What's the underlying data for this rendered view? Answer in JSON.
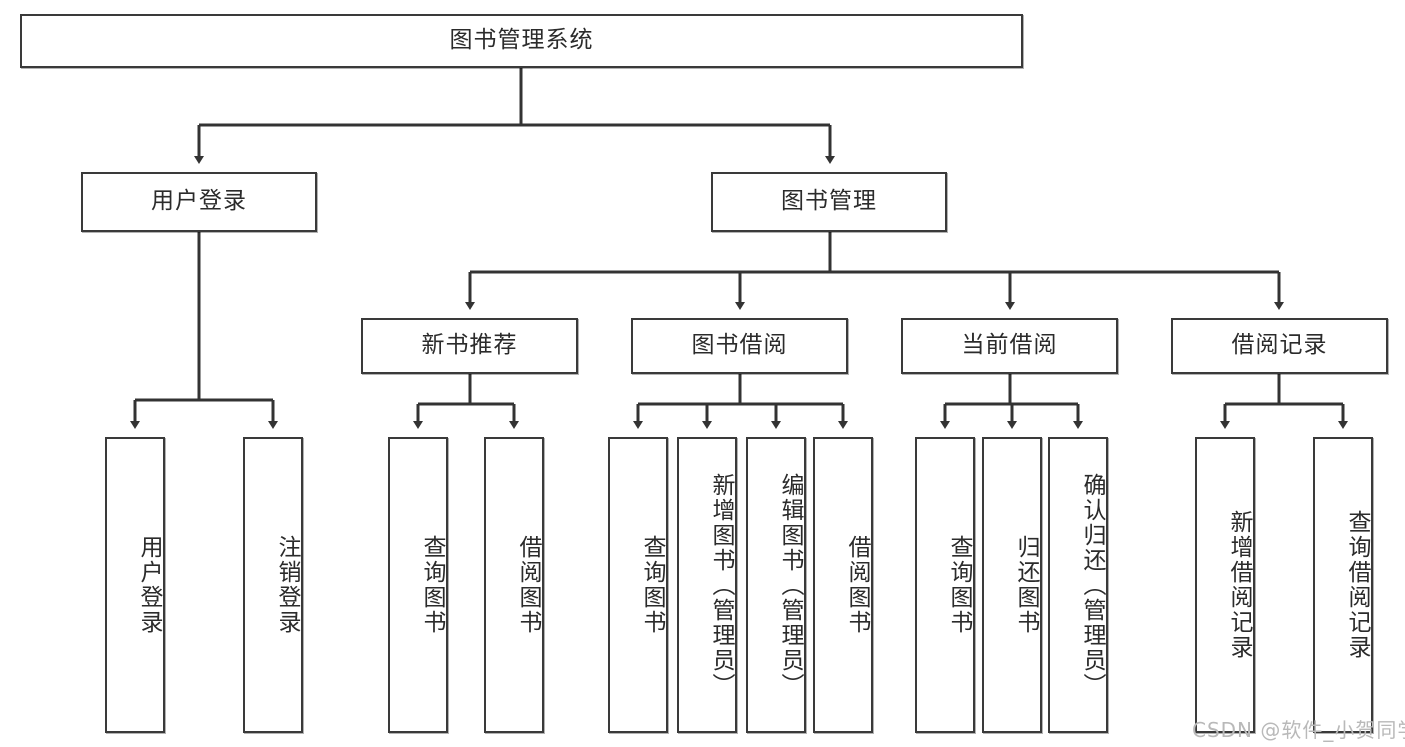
{
  "diagram": {
    "title": "图书管理系统",
    "type": "tree",
    "watermark": "CSDN @软件_小贺同学",
    "colors": {
      "box_border": "#3a3a3a",
      "box_fill": "#ffffff",
      "edge": "#333333",
      "text": "#2b2b2b",
      "watermark": "#b9b9b9",
      "background": "#ffffff"
    },
    "nodes": {
      "root": {
        "label": "图书管理系统"
      },
      "level2": [
        {
          "id": "user_login",
          "label": "用户登录"
        },
        {
          "id": "book_manage",
          "label": "图书管理"
        }
      ],
      "level3": [
        {
          "id": "new_book_rec",
          "label": "新书推荐"
        },
        {
          "id": "book_borrow",
          "label": "图书借阅"
        },
        {
          "id": "current_borrow",
          "label": "当前借阅"
        },
        {
          "id": "borrow_record",
          "label": "借阅记录"
        }
      ],
      "level4": [
        {
          "id": "leaf_user_login",
          "parent": "user_login",
          "label": "用户登录"
        },
        {
          "id": "leaf_logout",
          "parent": "user_login",
          "label": "注销登录"
        },
        {
          "id": "leaf_query_book_1",
          "parent": "new_book_rec",
          "label": "查询图书"
        },
        {
          "id": "leaf_borrow_book_1",
          "parent": "new_book_rec",
          "label": "借阅图书"
        },
        {
          "id": "leaf_query_book_2",
          "parent": "book_borrow",
          "label": "查询图书"
        },
        {
          "id": "leaf_add_book",
          "parent": "book_borrow",
          "label": "新增图书（管理员）"
        },
        {
          "id": "leaf_edit_book",
          "parent": "book_borrow",
          "label": "编辑图书（管理员）"
        },
        {
          "id": "leaf_borrow_book_2",
          "parent": "book_borrow",
          "label": "借阅图书"
        },
        {
          "id": "leaf_query_book_3",
          "parent": "current_borrow",
          "label": "查询图书"
        },
        {
          "id": "leaf_return_book",
          "parent": "current_borrow",
          "label": "归还图书"
        },
        {
          "id": "leaf_confirm_return",
          "parent": "current_borrow",
          "label": "确认归还（管理员）"
        },
        {
          "id": "leaf_add_record",
          "parent": "borrow_record",
          "label": "新增借阅记录"
        },
        {
          "id": "leaf_query_record",
          "parent": "borrow_record",
          "label": "查询借阅记录"
        }
      ]
    }
  }
}
